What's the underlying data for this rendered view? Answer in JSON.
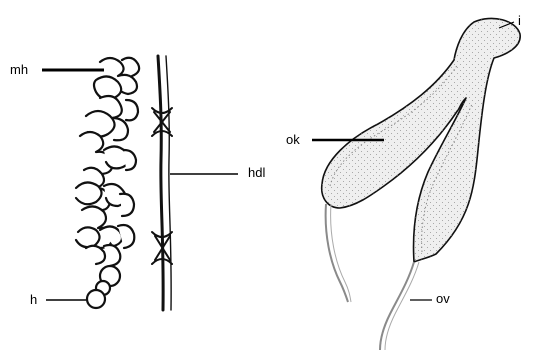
{
  "labels": {
    "mh": "mh",
    "h": "h",
    "hdl": "hdl",
    "ok": "ok",
    "i": "i",
    "ov": "ov"
  },
  "colors": {
    "ink": "#111111",
    "body_fill": "#efefef",
    "stipple": "#777777",
    "duct": "#9a9a9a"
  }
}
